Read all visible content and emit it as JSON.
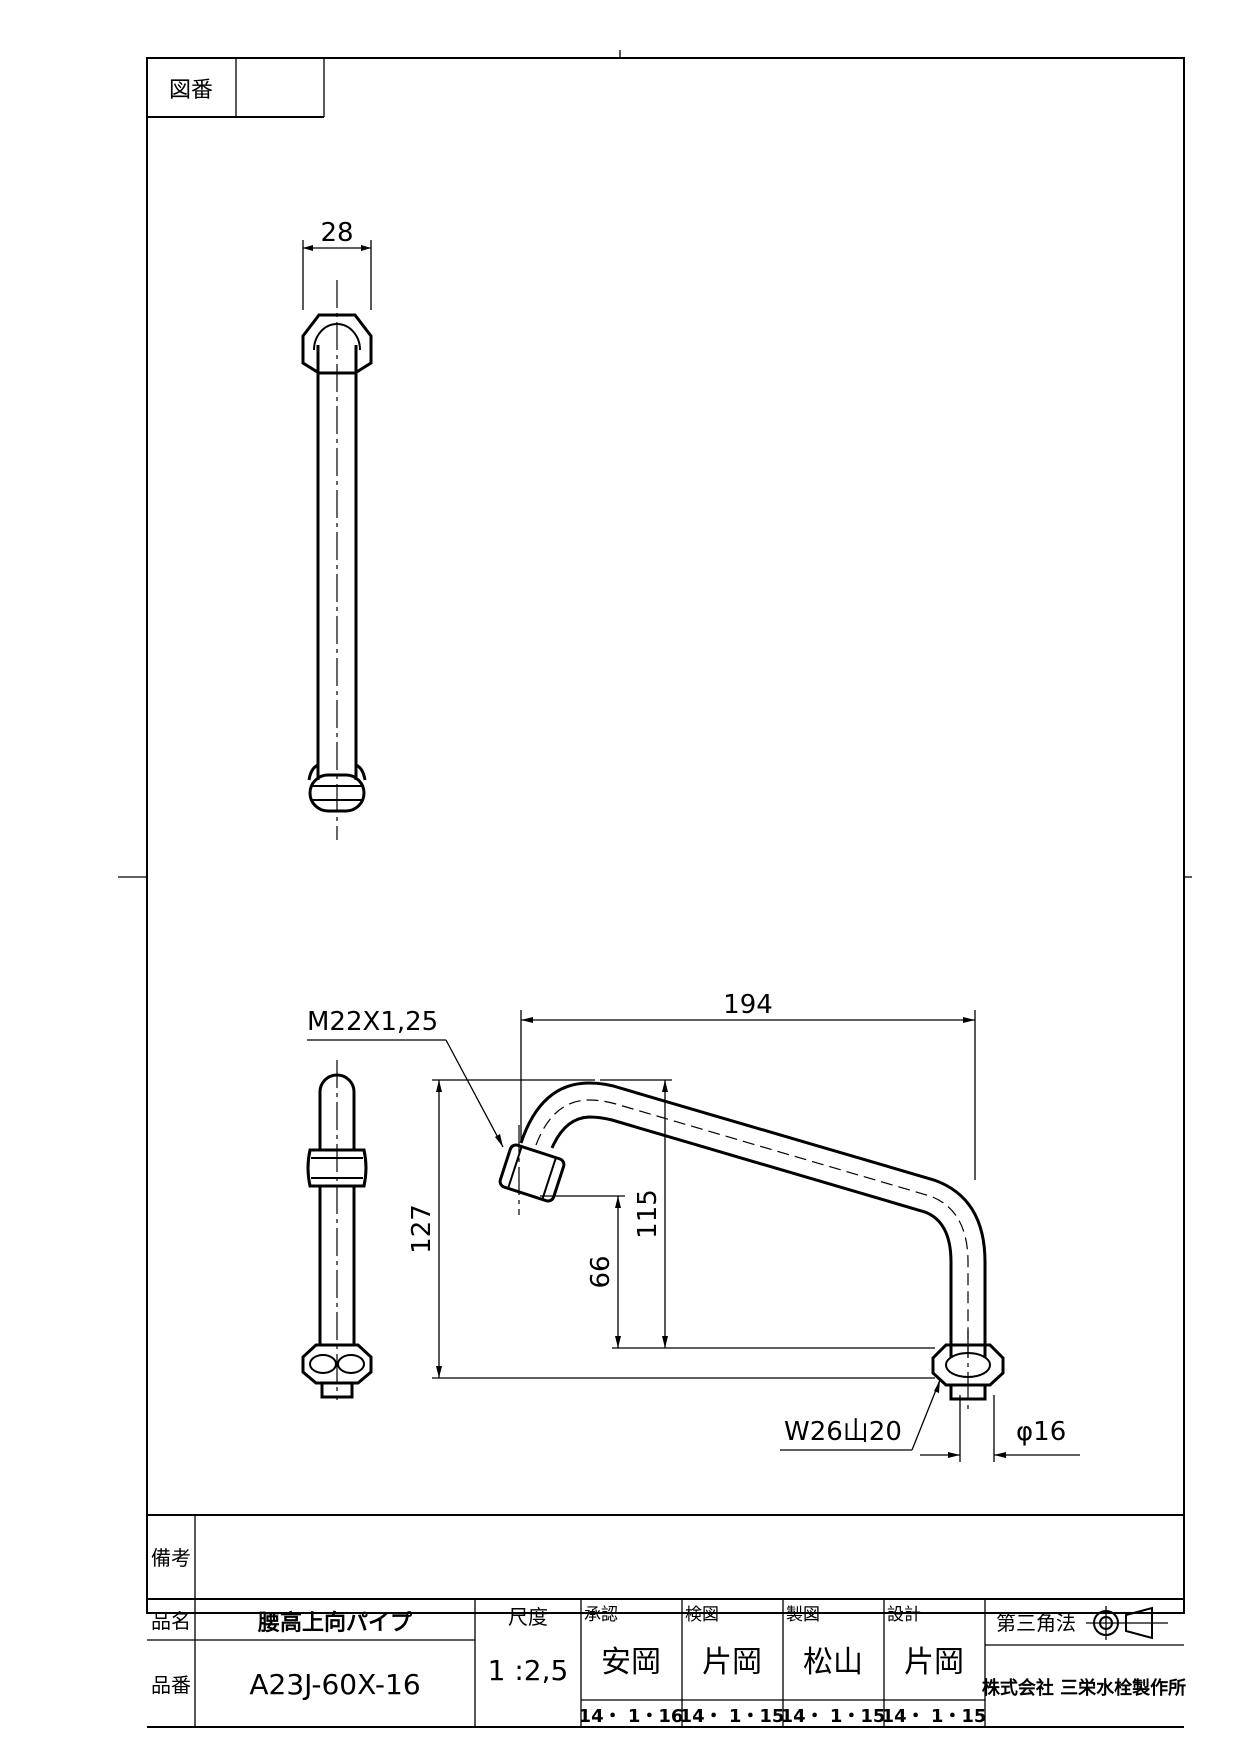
{
  "sheet": {
    "drawing_number_label": "図番",
    "drawing_number_value": ""
  },
  "dimensions": {
    "top_width": "28",
    "thread_spec": "M22X1,25",
    "overall_length": "194",
    "height_total": "127",
    "height_outlet": "66",
    "height_inner": "115",
    "base_thread": "W26山20",
    "diameter": "φ16"
  },
  "title_block": {
    "remarks_label": "備考",
    "remarks_value": "",
    "product_name_label": "品名",
    "product_name": "腰高上向パイプ",
    "product_code_label": "品番",
    "product_code": "A23J-60X-16",
    "scale_label": "尺度",
    "scale_value": "1 :2,5",
    "approved_label": "承認",
    "approved_name": "安岡",
    "approved_date": "14・ 1・16",
    "checked_label": "検図",
    "checked_name": "片岡",
    "checked_date": "14・ 1・15",
    "drafted_label": "製図",
    "drafted_name": "松山",
    "drafted_date": "14・ 1・15",
    "designed_label": "設計",
    "designed_name": "片岡",
    "designed_date": "14・ 1・15",
    "projection_label": "第三角法",
    "company": "株式会社 三栄水栓製作所"
  }
}
